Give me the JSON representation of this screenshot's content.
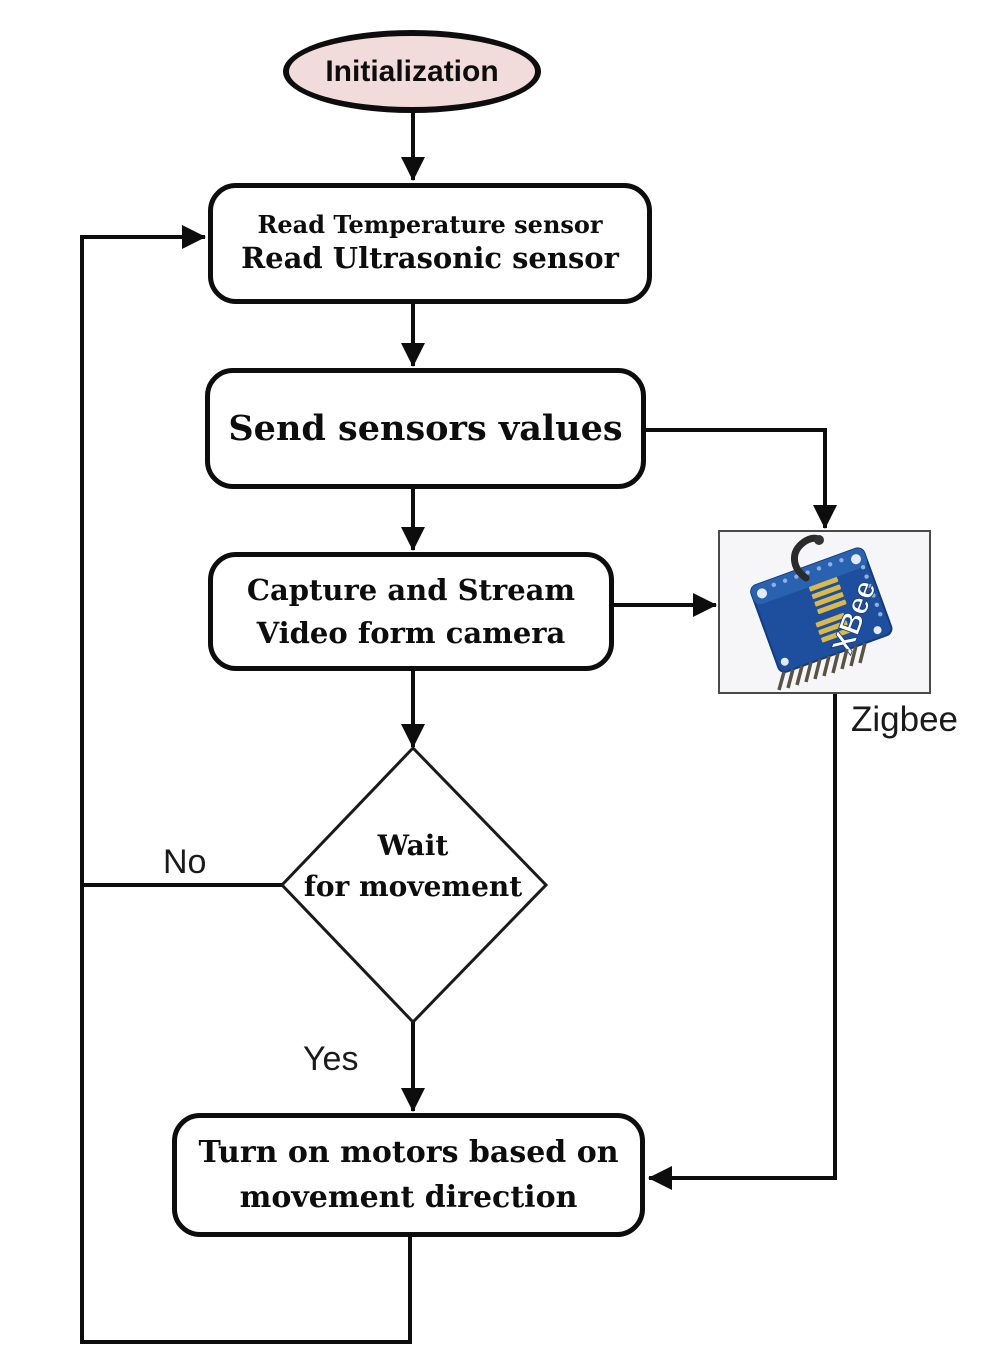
{
  "flowchart": {
    "nodes": {
      "init": {
        "type": "terminator",
        "label": "Initialization",
        "fill": "#f2dcdb"
      },
      "read": {
        "type": "process",
        "line1": "Read Temperature sensor",
        "line2": "Read Ultrasonic sensor"
      },
      "send": {
        "type": "process",
        "label": "Send sensors values"
      },
      "capture": {
        "type": "process",
        "line1": "Capture and Stream",
        "line2": "Video form camera"
      },
      "wait": {
        "type": "decision",
        "line1": "Wait",
        "line2": "for movement"
      },
      "turn": {
        "type": "process",
        "line1": "Turn on motors based on",
        "line2": "movement direction"
      },
      "zigbee": {
        "type": "image",
        "label": "Zigbee",
        "chip_text": "XBee"
      }
    },
    "edge_labels": {
      "no": "No",
      "yes": "Yes"
    },
    "edges": [
      {
        "from": "init",
        "to": "read"
      },
      {
        "from": "read",
        "to": "send"
      },
      {
        "from": "send",
        "to": "capture"
      },
      {
        "from": "capture",
        "to": "wait"
      },
      {
        "from": "wait",
        "to": "turn",
        "label": "Yes"
      },
      {
        "from": "wait",
        "to": "read",
        "label": "No"
      },
      {
        "from": "send",
        "to": "zigbee"
      },
      {
        "from": "capture",
        "to": "zigbee"
      },
      {
        "from": "zigbee",
        "to": "turn"
      },
      {
        "from": "turn",
        "to": "read"
      }
    ],
    "colors": {
      "line": "#0d0d0d",
      "shape_border": "#0d0d0d",
      "terminator_fill": "#f2dcdb",
      "box_fill": "#ffffff",
      "pcb_blue": "#1d4f9e",
      "pad_gold": "#d9b94a"
    }
  }
}
